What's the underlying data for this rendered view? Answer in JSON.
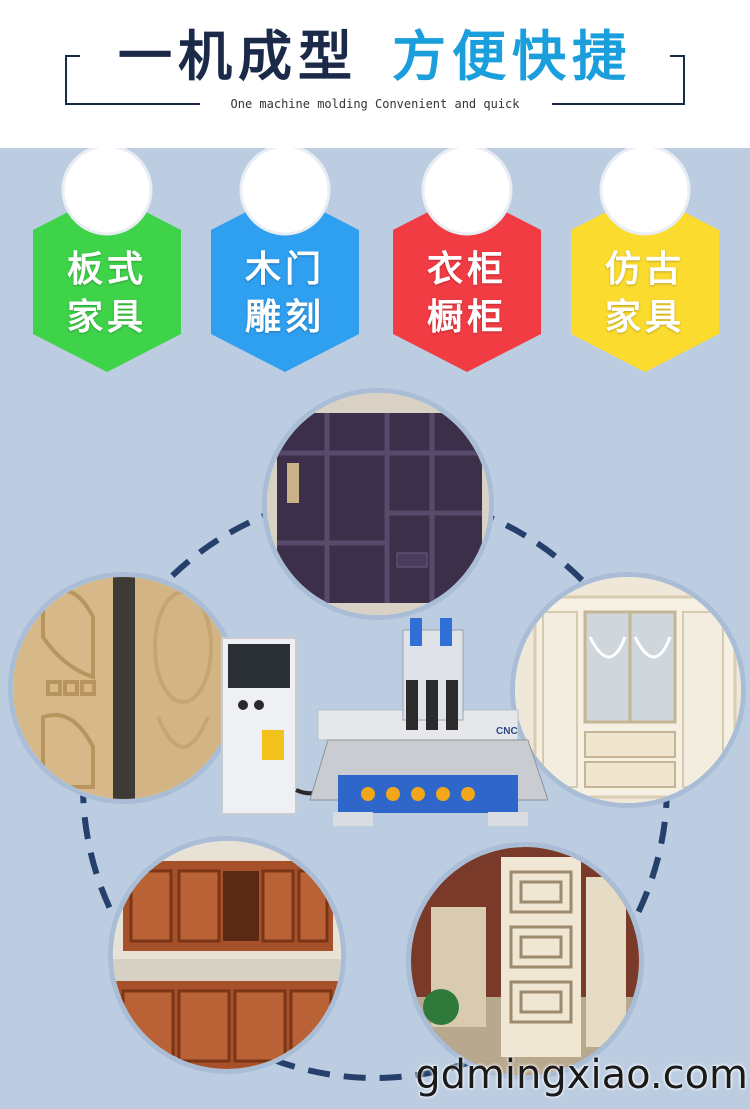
{
  "header": {
    "title_part1": "一机成型",
    "title_part2": "方便快捷",
    "subtitle": "One machine molding Convenient and quick"
  },
  "colors": {
    "title_dark": "#1c2a4a",
    "title_blue": "#1a9fdc",
    "panel_background": "#bccde2",
    "ring_dashes": "#24406b"
  },
  "categories": [
    {
      "line1": "板式",
      "line2": "家具",
      "color": "#3fd34a"
    },
    {
      "line1": "木门",
      "line2": "雕刻",
      "color": "#2f9ff0"
    },
    {
      "line1": "衣柜",
      "line2": "橱柜",
      "color": "#f23c44"
    },
    {
      "line1": "仿古",
      "line2": "家具",
      "color": "#fbdb2e"
    }
  ],
  "photos": [
    {
      "name": "wardrobe-photo",
      "subject": "purple wardrobe interior"
    },
    {
      "name": "white-cabinet-photo",
      "subject": "white carved wardrobe"
    },
    {
      "name": "lattice-screen-photo",
      "subject": "carved lattice screen"
    },
    {
      "name": "kitchen-cabinet-photo",
      "subject": "wooden kitchen cabinets"
    },
    {
      "name": "wood-door-photo",
      "subject": "carved MDF doors"
    }
  ],
  "machine": {
    "label": "CNC"
  },
  "watermark": "gdmingxiao.com"
}
